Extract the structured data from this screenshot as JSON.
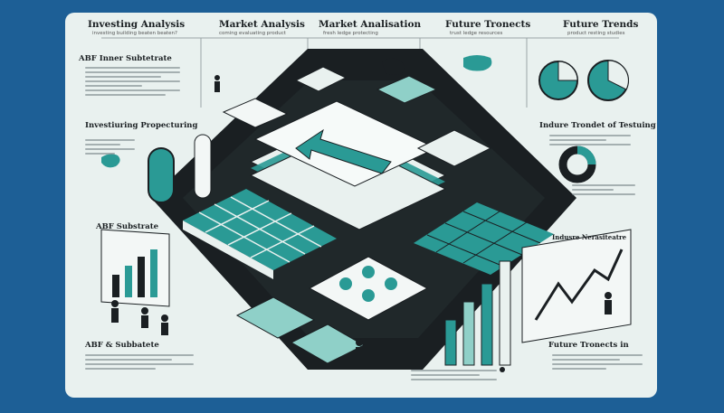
{
  "headers": {
    "investing": "Investing Analysis",
    "market": "Market Analysis",
    "market2": "Market Analisation",
    "future": "Future  Tronects",
    "future2": "Future Trends"
  },
  "subheaders": {
    "investing": "investing building beaten beaten?",
    "market": "coming evaluating product",
    "market2": "fresh ledge protecting",
    "future": "trust ledge resources",
    "future2": "product resting studies"
  },
  "labels": {
    "abf_inner": "ABF Inner Subtetrate",
    "investing_pre": "Investiuring Propecturing",
    "indure": "Indure Trondet of Testuing",
    "abf_substrate": "ABF Substrate",
    "abf_bottom": "ABF & Subbatete",
    "industry": "Indusre Nerasiteatre",
    "future_bottom": "Future Tronects in"
  },
  "colors": {
    "background": "#1d5f96",
    "card": "#e9f1ef",
    "dark": "#1a1f22",
    "teal": "#2a9a95",
    "teal_light": "#8fd0c8"
  },
  "icons": [
    "person-icon",
    "map-icon",
    "arrow-icon",
    "pie-chart-icon",
    "donut-chart-icon",
    "bar-chart-icon",
    "line-chart-icon",
    "chip-icon",
    "document-icon"
  ]
}
